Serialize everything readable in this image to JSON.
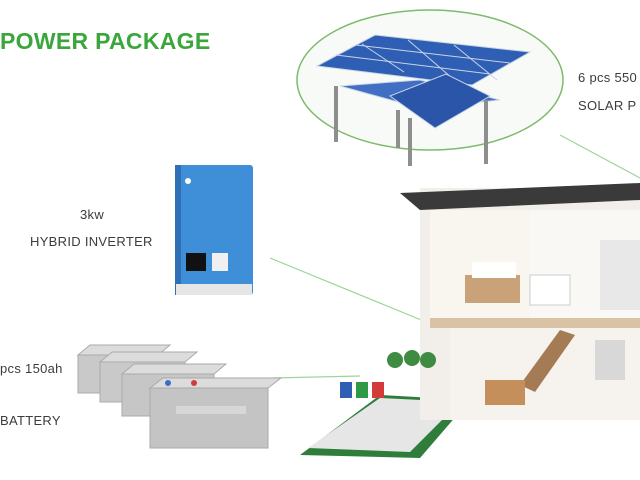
{
  "title": "POWER PACKAGE",
  "solar": {
    "line1": "6 pcs 550",
    "line2": "SOLAR P"
  },
  "inverter": {
    "line1": "3kw",
    "line2": "HYBRID INVERTER"
  },
  "battery": {
    "line1": "pcs 150ah",
    "line2": "BATTERY"
  },
  "colors": {
    "accent": "#3aa63c",
    "inverter_blue": "#3f8fd8",
    "panel_blue": "#2f5fb5"
  }
}
